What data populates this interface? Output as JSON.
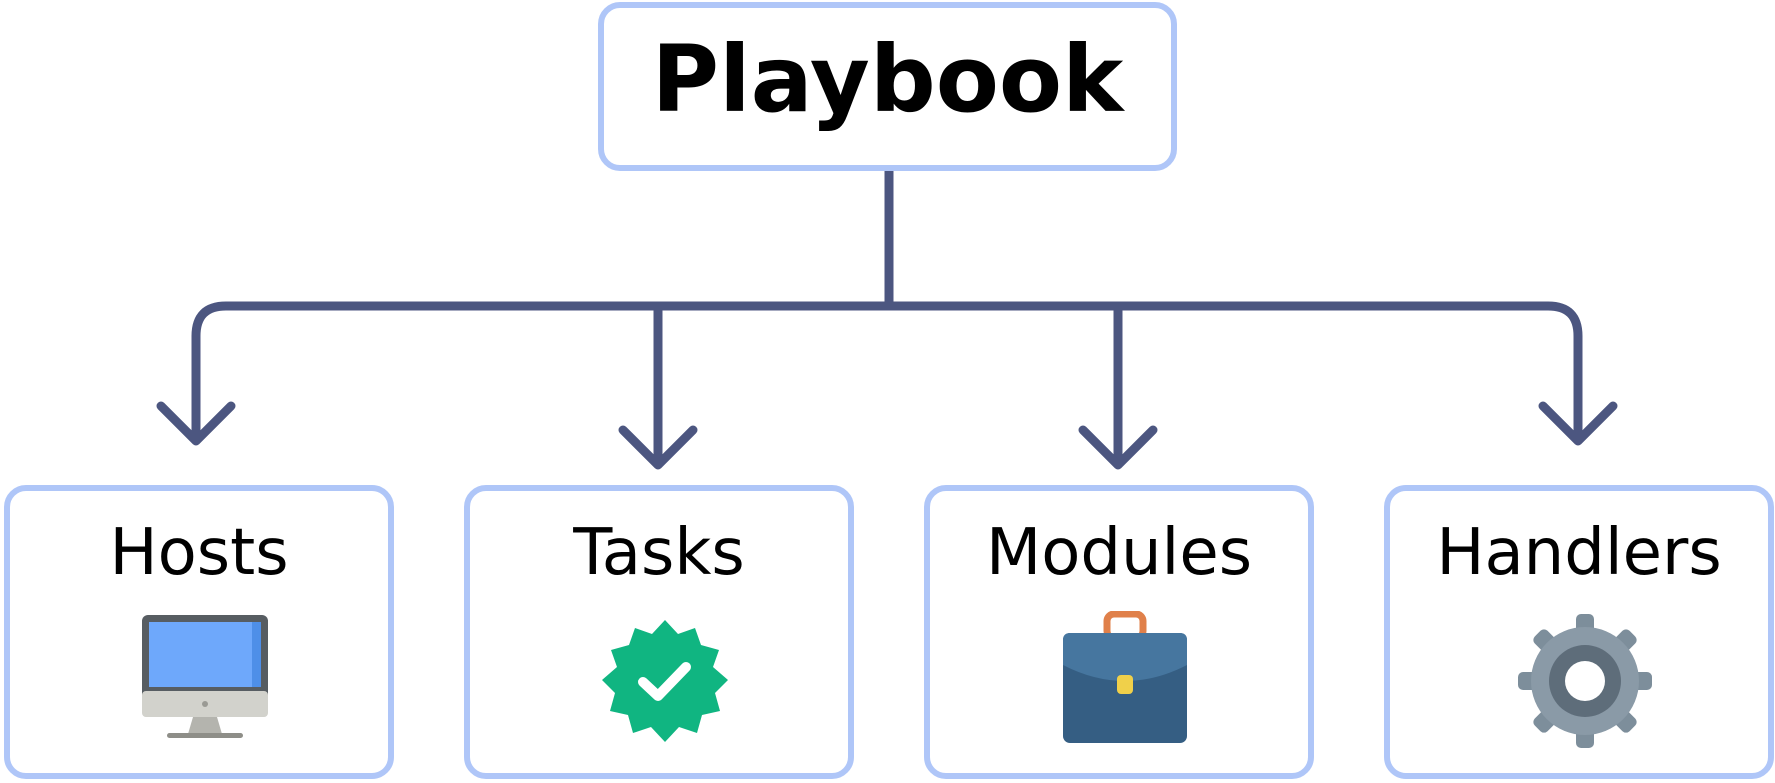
{
  "diagram": {
    "root": {
      "title": "Playbook"
    },
    "children": [
      {
        "label": "Hosts",
        "icon": "monitor-icon"
      },
      {
        "label": "Tasks",
        "icon": "verified-badge-icon"
      },
      {
        "label": "Modules",
        "icon": "briefcase-icon"
      },
      {
        "label": "Handlers",
        "icon": "gear-icon"
      }
    ]
  },
  "colors": {
    "box_border": "#afc6f8",
    "connector": "#4c5680",
    "text": "#000000"
  }
}
